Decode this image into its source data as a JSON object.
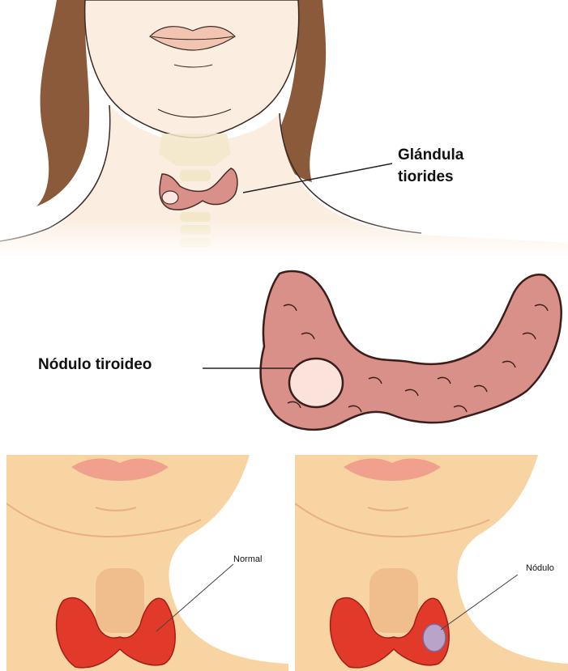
{
  "labels": {
    "gland_line1": "Glándula",
    "gland_line2": "tiorides",
    "nodule": "Nódulo tiroideo",
    "normal": "Normal",
    "nodulo": "Nódulo"
  },
  "colors": {
    "skin_light": "#fbeee0",
    "hair": "#8a5a3a",
    "gland_pink": "#d99088",
    "gland_outline": "#4a2a26",
    "skin_warm": "#f8d4a2",
    "thyroid_red": "#e23a2a",
    "nodule_purple": "#b9a3c9"
  }
}
